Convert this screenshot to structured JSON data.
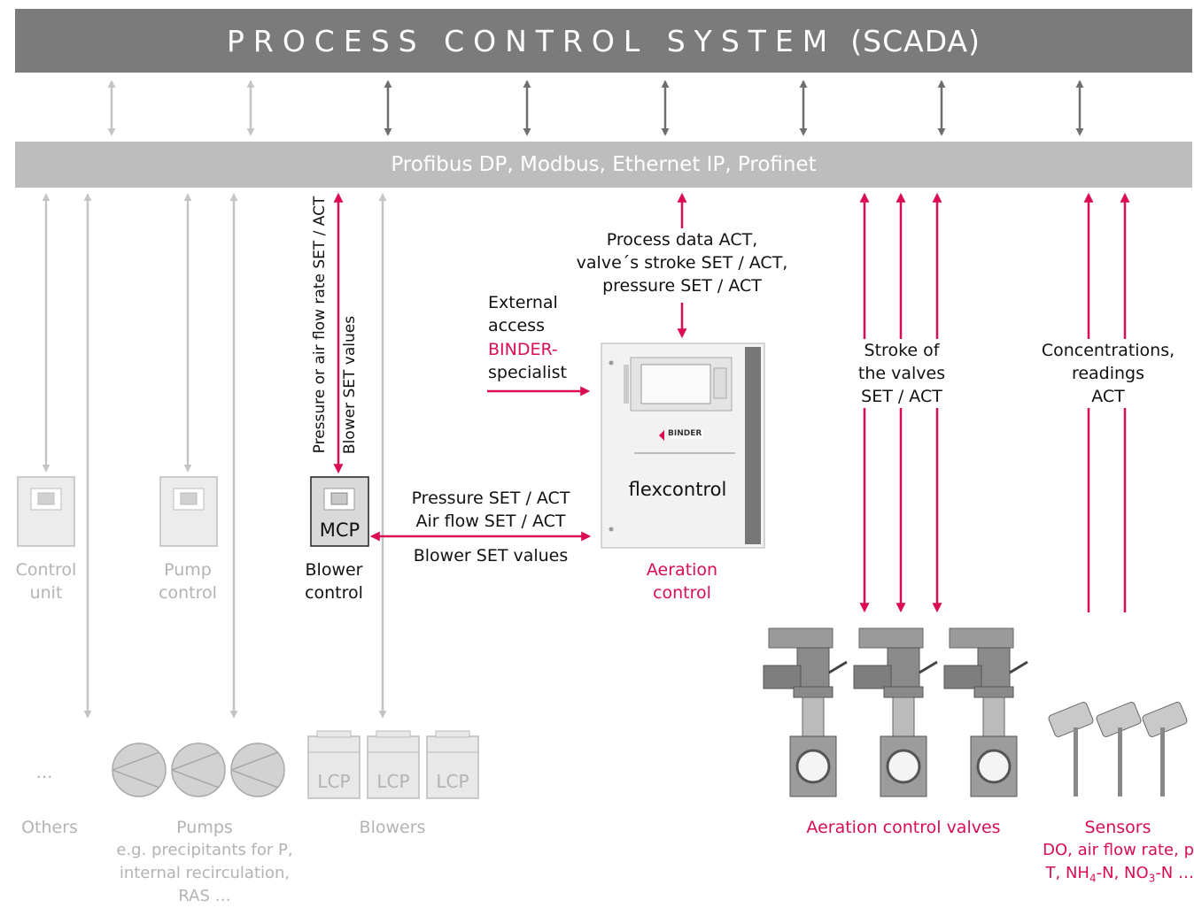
{
  "scada": {
    "title": "PROCESS CONTROL SYSTEM",
    "suffix": "(SCADA)"
  },
  "bus": {
    "label": "Profibus DP, Modbus, Ethernet IP, Profinet"
  },
  "devices": {
    "control_unit": {
      "label_1": "Control",
      "label_2": "unit"
    },
    "pump_control": {
      "label_1": "Pump",
      "label_2": "control"
    },
    "mcp": {
      "box_label": "MCP",
      "label_1": "Blower",
      "label_2": "control"
    },
    "flexcontrol": {
      "name": "flexcontrol",
      "brand": "BINDER",
      "label_1": "Aeration",
      "label_2": "control"
    },
    "lcp": "LCP"
  },
  "labels": {
    "mcp_vertical_1": "Pressure or air flow rate SET / ACT",
    "mcp_vertical_2": "Blower SET values",
    "process_data": [
      "Process data ACT,",
      "valve´s stroke SET / ACT,",
      "pressure SET / ACT"
    ],
    "external_access": [
      "External",
      "access"
    ],
    "binder_specialist": [
      "BINDER-",
      "specialist"
    ],
    "mcp_link": [
      "Pressure SET / ACT",
      "Air flow SET / ACT",
      "Blower SET values"
    ],
    "stroke": [
      "Stroke of",
      "the valves",
      "SET / ACT"
    ],
    "concentrations": [
      "Concentrations,",
      "readings",
      "ACT"
    ]
  },
  "bottom": {
    "others_ellipsis": "…",
    "others": "Others",
    "pumps": "Pumps",
    "pumps_desc": [
      "e.g. precipitants for P,",
      "internal recirculation,",
      "RAS …"
    ],
    "blowers": "Blowers",
    "valves": "Aeration control valves",
    "sensors": "Sensors",
    "sensors_desc_1": "DO, air flow rate, p",
    "sensors_desc_2_a": "T, NH",
    "sensors_desc_2_sub1": "4",
    "sensors_desc_2_b": "-N, NO",
    "sensors_desc_2_sub2": "3",
    "sensors_desc_2_c": "-N …"
  },
  "colors": {
    "accent": "#d90d4f",
    "scada": "#7b7b7b",
    "bus": "#bdbdbd",
    "muted": "#b3b3b3",
    "dark_arrow": "#707070"
  }
}
